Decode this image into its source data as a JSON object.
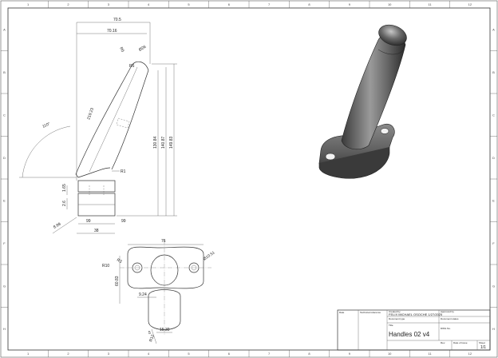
{
  "sheet": {
    "columns": [
      "1",
      "2",
      "3",
      "4",
      "5",
      "6",
      "7",
      "8",
      "9",
      "10",
      "11",
      "12"
    ],
    "rows": [
      "A",
      "B",
      "C",
      "D",
      "E",
      "F",
      "G",
      "H"
    ]
  },
  "dimensions": {
    "side": {
      "w_overall": "70.5",
      "w_top": "70.16",
      "phi_grip": "Ø26",
      "r5": "R5",
      "r6": "R6",
      "arc_len": "219.23",
      "angle": "110°",
      "r1": "R1",
      "h1": "130.84",
      "h2": "140.87",
      "h3": "149.83",
      "v165": "1.65",
      "v26": "2.6",
      "v99l": "99",
      "v99r": "99",
      "v38": "38",
      "v889": "8.89"
    },
    "top": {
      "w76": "76",
      "r3": "R3",
      "r10": "R10",
      "h6083": "60.83",
      "d924": "9.24",
      "phi1051": "Ø10.51",
      "d1539": "15.39",
      "r12": "R12",
      "d5": "5"
    }
  },
  "title_block": {
    "date_label": "Date",
    "tech_ref_label": "Technical reference",
    "created_by_label": "Created by",
    "created_by_value": "FELIX MICHAEL OSOCHE 1/27/2025",
    "approved_by_label": "Approved by",
    "doc_type_label": "Document type",
    "doc_status_label": "Document status",
    "title_label": "Title",
    "title_value": "Handles 02 v4",
    "dwg_no_label": "DWG No.",
    "rev_label": "Rev.",
    "date_issue_label": "Date of issue",
    "sheet_label": "Sheet",
    "sheet_value": "1/1"
  }
}
